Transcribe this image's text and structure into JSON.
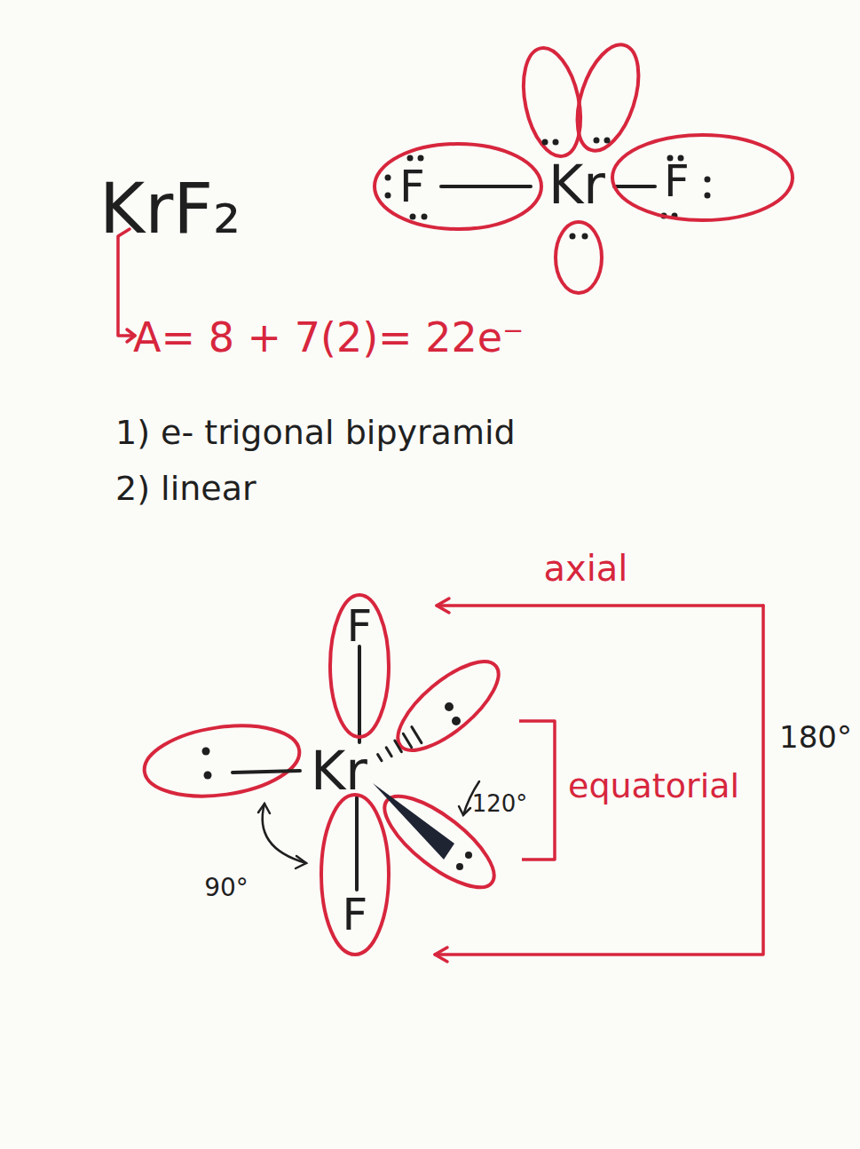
{
  "diagram": {
    "title": "KrF₂",
    "nodes": [
      {
        "text": [
          "F"
        ]
      },
      {
        "text": [
          "F"
        ]
      },
      {
        "text": [
          "F"
        ]
      },
      {
        "text": [
          "F"
        ]
      }
    ],
    "labels": [
      "Kr",
      "A= 8 + 7(2)= 22e⁻",
      "1) e- trigonal bipyramid",
      "2) linear",
      "axial",
      "Kr",
      "120°",
      "equatorial",
      "180°",
      "90°"
    ]
  }
}
